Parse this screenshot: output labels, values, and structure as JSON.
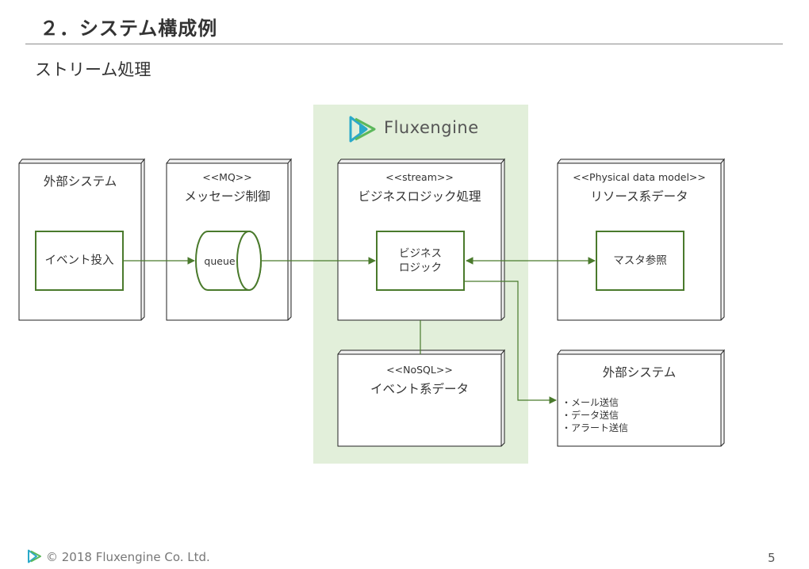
{
  "page": {
    "title": "２．システム構成例",
    "subtitle": "ストリーム処理",
    "footer": "© 2018 Fluxengine Co. Ltd.",
    "page_number": "5"
  },
  "brand": {
    "name": "Fluxengine"
  },
  "nodes": {
    "external_system_in": {
      "name": "外部システム",
      "inner": "イベント投入"
    },
    "mq": {
      "stereotype": "<<MQ>>",
      "name": "メッセージ制御",
      "queue_label": "queue"
    },
    "stream": {
      "stereotype": "<<stream>>",
      "name": "ビジネスロジック処理",
      "inner_line1": "ビジネス",
      "inner_line2": "ロジック"
    },
    "resource": {
      "stereotype": "<<Physical  data model>>",
      "name": "リソース系データ",
      "inner": "マスタ参照"
    },
    "nosql": {
      "stereotype": "<<NoSQL>>",
      "name": "イベント系データ"
    },
    "external_system_out": {
      "name": "外部システム",
      "items": [
        "・メール送信",
        "・データ送信",
        "・アラート送信"
      ]
    }
  },
  "colors": {
    "node_border": "#222222",
    "green": "#4a7a2c",
    "engine_bg": "#e2efda"
  }
}
